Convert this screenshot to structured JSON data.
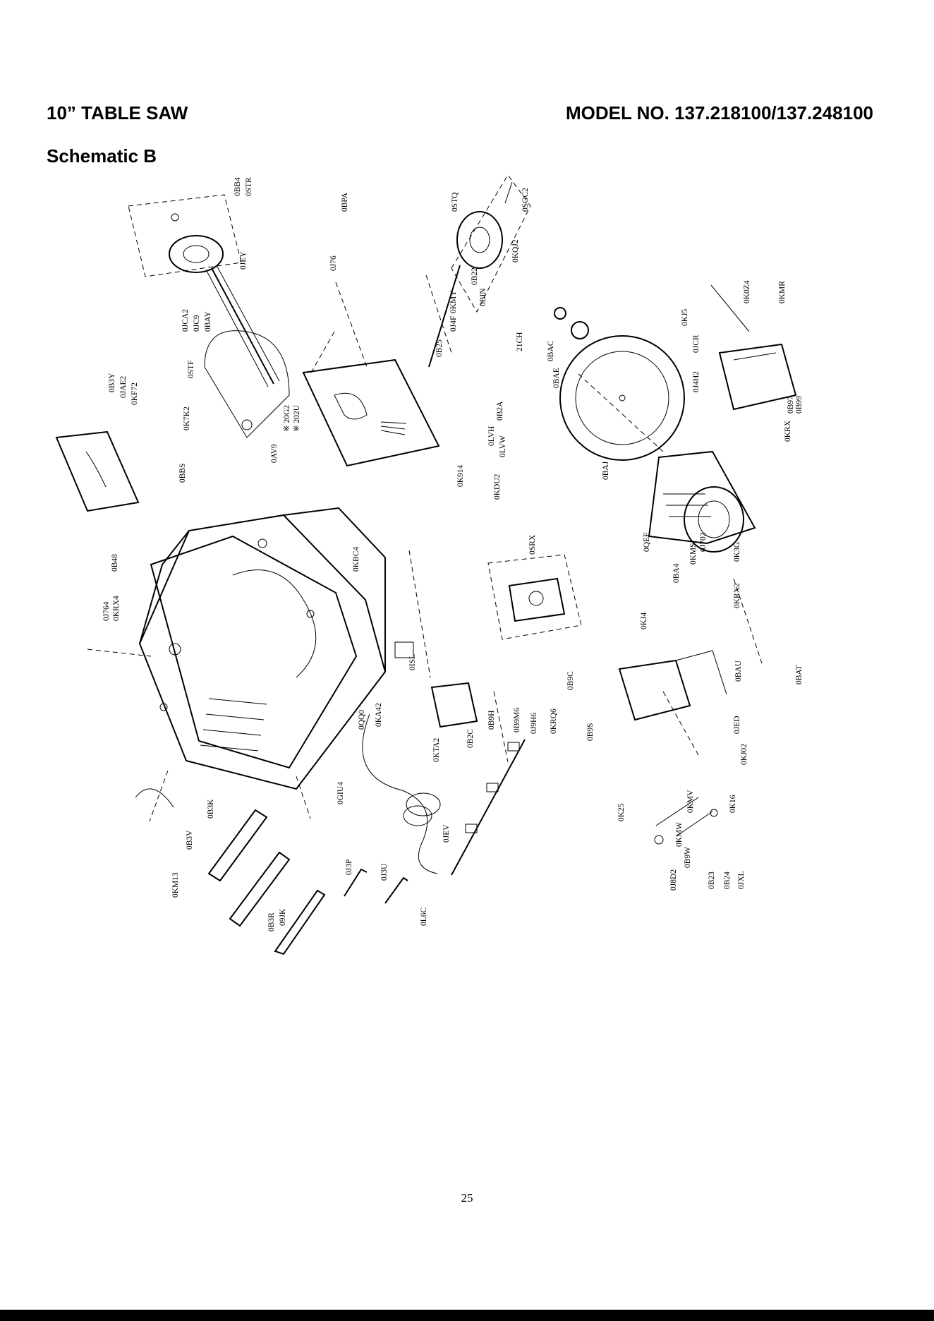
{
  "header": {
    "title": "10” TABLE SAW",
    "model": "MODEL NO. 137.218100/137.248100"
  },
  "subtitle": "Schematic B",
  "footer": {
    "page_number": "25"
  },
  "parts": [
    "0BB4",
    "0STR",
    "0JEY",
    "0JCA2",
    "0JC9",
    "0BAY",
    "0STF",
    "0AV9",
    "※ 20G2",
    "※ 202U",
    "0J76",
    "0BPA",
    "0STQ",
    "0SGC2",
    "0KQJ2",
    "0BIN",
    "0B22",
    "0KMY",
    "0J4F",
    "0B25",
    "21CH",
    "0B2A",
    "0LVH",
    "0LVW",
    "0K914",
    "0KDU2",
    "0B3Y",
    "0JAE2",
    "0KF72",
    "0BBS",
    "0K7K2",
    "0KBC4",
    "0B48",
    "0J764",
    "0KRX4",
    "0SRX",
    "0BAC",
    "0BAE",
    "0BAJ",
    "0J4H2",
    "0KJ5",
    "0JCR",
    "0K0Z4",
    "0KMR",
    "0B97",
    "0B99",
    "0KRX",
    "0QEF",
    "0K3G",
    "0KRX2",
    "0J702",
    "0KMS",
    "0BA4",
    "0KJ4",
    "0BAU",
    "0BAT",
    "0JED",
    "0KJ02",
    "0K16",
    "0B9C",
    "0B9S",
    "0K25",
    "0KMV",
    "0KMW",
    "0B9W",
    "0J8D2",
    "0B23",
    "0B24",
    "0JXL",
    "0B9H",
    "0B9M6",
    "0J9H6",
    "0KRQ6",
    "0ISL",
    "0KA42",
    "0QQ0",
    "0B2C",
    "0KTA2",
    "0GIU4",
    "0JEV",
    "0J3P",
    "0J3U",
    "0L6C",
    "0B3K",
    "0B3V",
    "0KM13",
    "0B3R",
    "09JK"
  ]
}
